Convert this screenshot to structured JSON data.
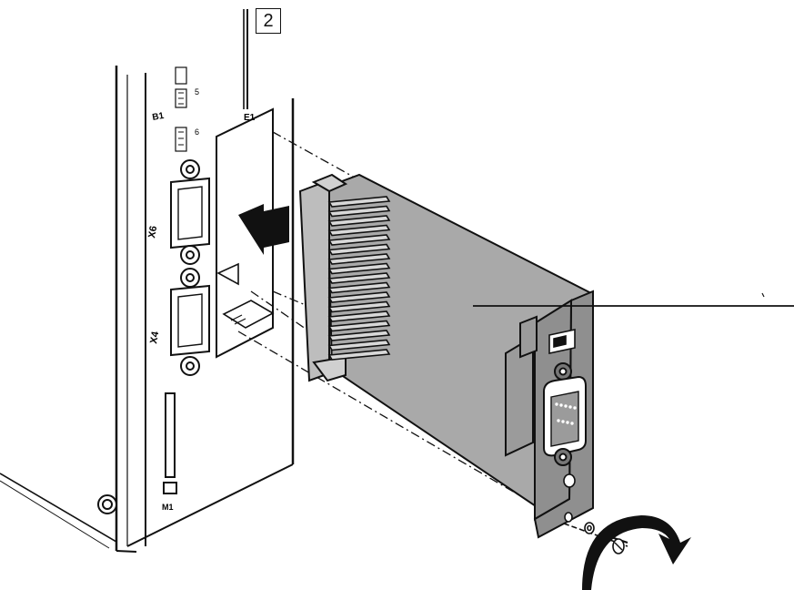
{
  "callout": {
    "number": "2"
  },
  "device_labels": {
    "slot_b1": "B1",
    "connector_x6": "X6",
    "connector_x4": "X4",
    "card_slot": "M1",
    "slot_e1": "E1",
    "led_5": "5",
    "led_6": "6"
  },
  "colors": {
    "line": "#111111",
    "card_fill": "#a9a9a9",
    "card_dark": "#8c8c8c",
    "bracket_fill": "#8f8f8f",
    "housing_fill": "#ffffff"
  },
  "icons": [
    "arrow-insert-icon",
    "rotate-arrow-icon",
    "screw-icon"
  ]
}
